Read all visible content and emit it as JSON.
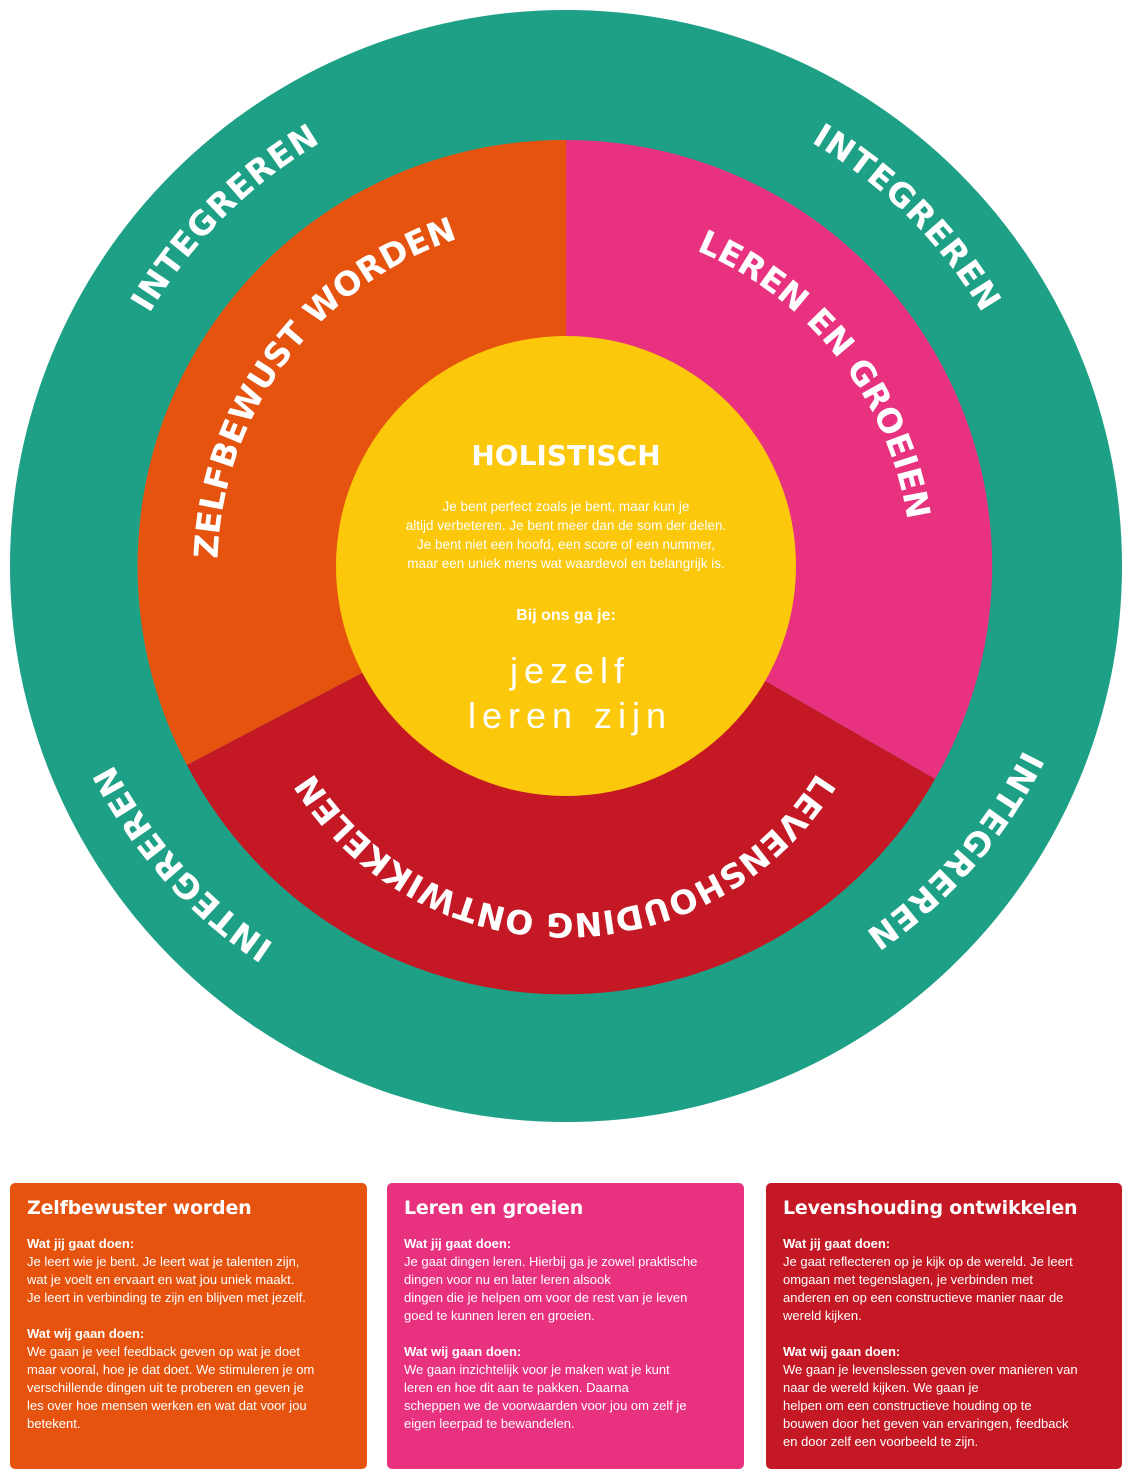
{
  "colors": {
    "outer": "#1ea087",
    "zelfbewust": "#e6530f",
    "leren": "#e8327f",
    "levenshouding": "#c41824",
    "center": "#fbc80b",
    "text": "#ffffff"
  },
  "outer_ring": {
    "labels": [
      "INTEGREREN",
      "INTEGREREN",
      "INTEGREREN",
      "INTEGREREN"
    ]
  },
  "segments": {
    "zelfbewust": "ZELFBEWUST WORDEN",
    "leren": "LEREN EN GROEIEN",
    "levenshouding": "LEVENSHOUDING ONTWIKKELEN"
  },
  "center": {
    "title": "HOLISTISCH",
    "body": [
      "Je bent perfect zoals je bent, maar kun je",
      "altijd verbeteren. Je bent meer dan de som der delen.",
      "Je bent niet een hoofd, een score of een nummer,",
      "maar een uniek mens wat waardevol en belangrijk is."
    ],
    "subtitle": "Bij ons ga je:",
    "motto": [
      "jezelf",
      "leren zijn"
    ]
  },
  "cards": [
    {
      "title": "Zelfbewuster worden",
      "color": "#e6530f",
      "you_heading": "Wat jij gaat doen:",
      "you_text": "Je leert wie je bent. Je leert wat je talenten zijn,\nwat je voelt en ervaart en wat jou uniek maakt.\nJe leert in verbinding te zijn en blijven met jezelf.",
      "we_heading": "Wat wij gaan doen:",
      "we_text": "We gaan je veel feedback geven op wat je doet\nmaar vooral, hoe je dat doet. We stimuleren je om\nverschillende dingen uit te proberen en geven je\nles over hoe mensen werken en wat dat voor jou\nbetekent."
    },
    {
      "title": "Leren en groeien",
      "color": "#e8327f",
      "you_heading": "Wat jij gaat doen:",
      "you_text": "Je gaat dingen leren. Hierbij ga je zowel praktische\ndingen voor nu en later leren alsook\ndingen die je helpen om voor de rest van je leven\ngoed te kunnen leren en groeien.",
      "we_heading": "Wat wij gaan doen:",
      "we_text": "We gaan inzichtelijk voor je maken wat je kunt\nleren en hoe dit aan te pakken. Daarna\nscheppen we de voorwaarden voor jou om zelf je\neigen leerpad te bewandelen."
    },
    {
      "title": "Levenshouding ontwikkelen",
      "color": "#c41824",
      "you_heading": "Wat jij gaat doen:",
      "you_text": "Je gaat reflecteren op je kijk op de wereld. Je leert\nomgaan met tegenslagen, je verbinden met\nanderen en op een constructieve manier naar de\nwereld kijken.",
      "we_heading": "Wat wij gaan doen:",
      "we_text": "We gaan je levenslessen geven over manieren van\nnaar de wereld kijken. We gaan je\nhelpen om een constructieve houding op te\nbouwen door het geven van ervaringen, feedback\nen door zelf een voorbeeld te zijn."
    }
  ]
}
